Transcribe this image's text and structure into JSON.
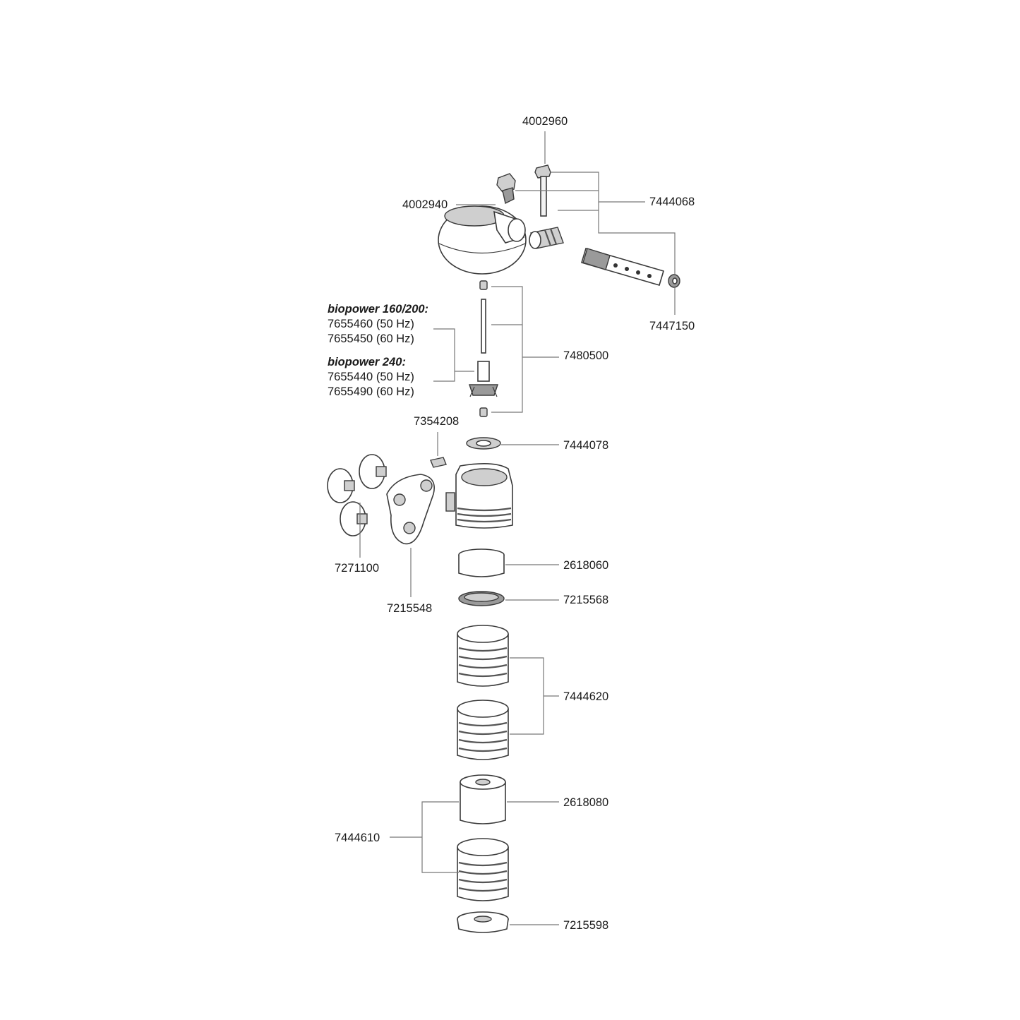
{
  "part_numbers": {
    "p4002960": "4002960",
    "p4002940": "4002940",
    "p7444068": "7444068",
    "p7447150": "7447150",
    "p7480500": "7480500",
    "p7354208": "7354208",
    "p7444078": "7444078",
    "p7271100": "7271100",
    "p7215548": "7215548",
    "p2618060": "2618060",
    "p7215568": "7215568",
    "p7444620": "7444620",
    "p2618080": "2618080",
    "p7444610": "7444610",
    "p7215598": "7215598"
  },
  "rotor_options": {
    "heading_160_200": "biopower 160/200:",
    "line_7655460": "7655460 (50 Hz)",
    "line_7655450": "7655450 (60 Hz)",
    "heading_240": "biopower 240:",
    "line_7655440": "7655440 (50 Hz)",
    "line_7655490": "7655490 (60 Hz)"
  }
}
